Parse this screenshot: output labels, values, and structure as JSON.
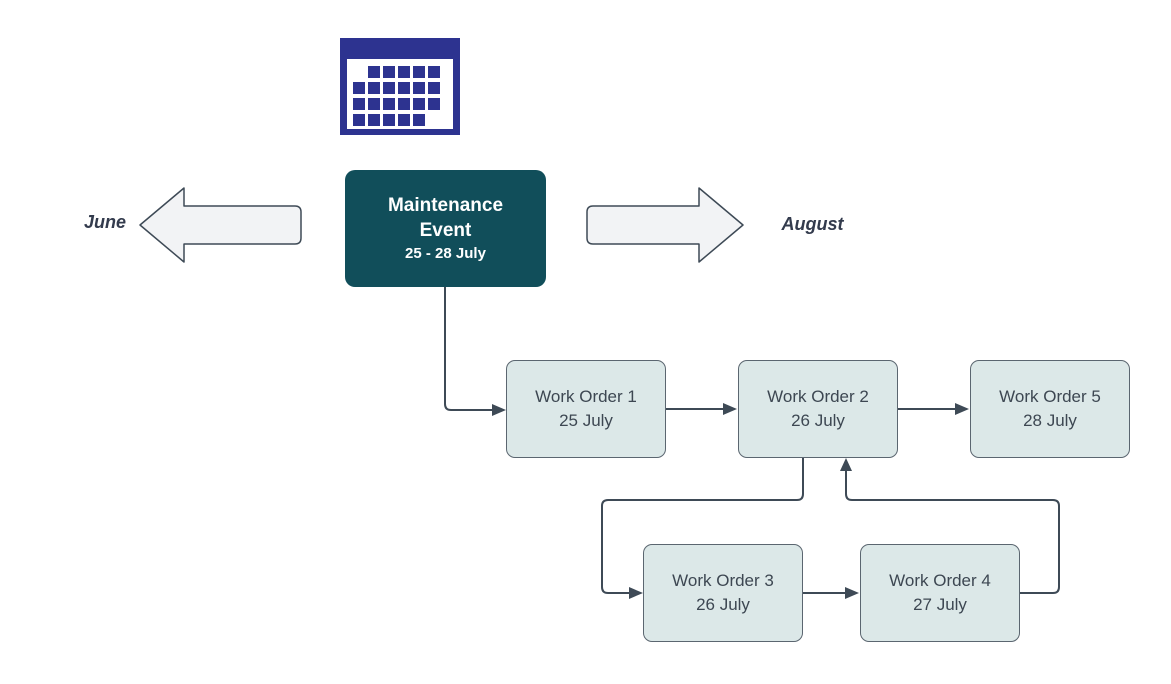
{
  "diagram": {
    "event": {
      "title": "Maintenance Event",
      "dates": "25 - 28 July",
      "fill": "#114e5a",
      "text_color": "#ffffff"
    },
    "timeline": {
      "left_label": "June",
      "right_label": "August",
      "arrow_fill": "#f2f3f5",
      "arrow_border": "#3e4a56",
      "label_color": "#333b4d"
    },
    "work_orders": [
      {
        "name": "Work Order 1",
        "date": "25 July"
      },
      {
        "name": "Work Order 2",
        "date": "26 July"
      },
      {
        "name": "Work Order 3",
        "date": "26 July"
      },
      {
        "name": "Work Order 4",
        "date": "27 July"
      },
      {
        "name": "Work Order 5",
        "date": "28 July"
      }
    ],
    "flow": [
      "Maintenance Event -> Work Order 1",
      "Work Order 1 -> Work Order 2",
      "Work Order 2 -> Work Order 5",
      "Work Order 2 -> Work Order 3",
      "Work Order 3 -> Work Order 4",
      "Work Order 4 -> Work Order 2"
    ],
    "icons": {
      "calendar_icon": {
        "name": "calendar-icon",
        "color": "#2d3390"
      }
    },
    "node_style": {
      "fill": "#dce8e8",
      "border": "#5b6670",
      "text_color": "#3d4752"
    },
    "connector_color": "#3e4a56"
  }
}
